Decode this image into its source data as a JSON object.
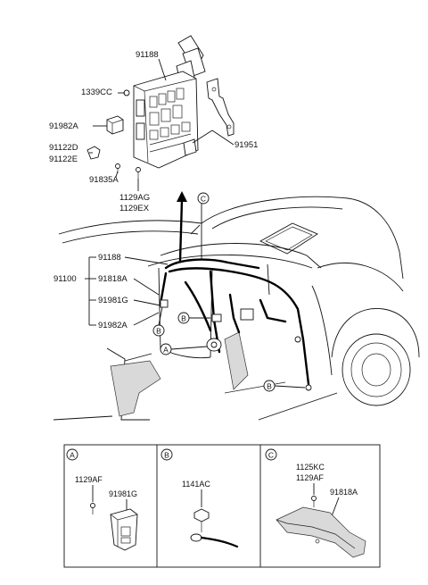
{
  "labels": {
    "junction_box": "91188",
    "screw_1339": "1339CC",
    "relay_91982A_top": "91982A",
    "clip_91122D": "91122D",
    "clip_91122E": "91122E",
    "bracket_91951": "91951",
    "clip_91835A": "91835A",
    "bolt_1129AG": "1129AG",
    "bolt_1129EX": "1129EX",
    "assembly_91100": "91100",
    "list_91188": "91188",
    "list_91818A": "91818A",
    "list_91981G": "91981G",
    "list_91982A": "91982A"
  },
  "callouts": {
    "a": "A",
    "b": "B",
    "c": "C"
  },
  "details": {
    "a": {
      "letter": "A",
      "bolt": "1129AF",
      "bracket": "91981G"
    },
    "b": {
      "letter": "B",
      "bolt": "1141AC"
    },
    "c": {
      "letter": "C",
      "bolt_1": "1125KC",
      "bolt_2": "1129AF",
      "protector": "91818A"
    }
  }
}
